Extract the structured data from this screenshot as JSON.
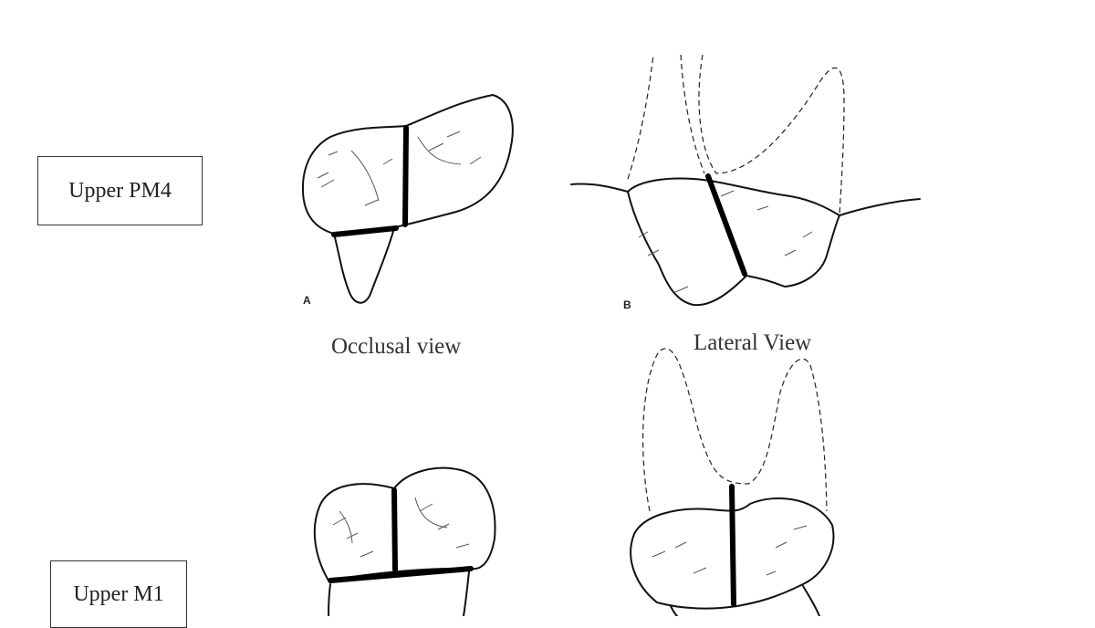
{
  "labels": {
    "upper_pm4": "Upper PM4",
    "upper_m1": "Upper M1"
  },
  "captions": {
    "occlusal": "Occlusal view",
    "lateral": "Lateral View"
  },
  "figure_letters": {
    "a": "A",
    "b": "B"
  },
  "colors": {
    "ink": "#111111",
    "cut_line": "#000000",
    "background": "#ffffff"
  }
}
